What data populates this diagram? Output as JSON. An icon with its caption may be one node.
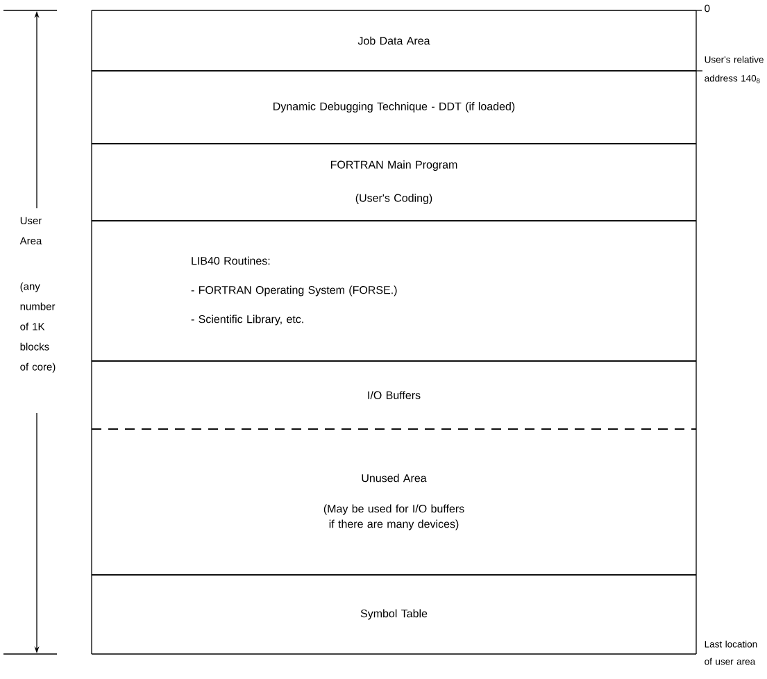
{
  "diagram": {
    "nodes": [
      {
        "text": [
          "Job Data Area"
        ]
      },
      {
        "text": [
          "Dynamic Debugging Technique - DDT (if loaded)"
        ]
      },
      {
        "text": [
          "FORTRAN Main Program",
          "(User's Coding)"
        ]
      },
      {
        "text": [
          "LIB40 Routines:",
          "- FORTRAN Operating System (FORSE.)",
          "- Scientific Library, etc."
        ]
      },
      {
        "text": [
          "I/O Buffers"
        ]
      },
      {
        "text": [
          "Unused Area",
          "(May be used for I/O buffers if there are many devices)"
        ]
      },
      {
        "text": [
          "Symbol Table"
        ]
      }
    ],
    "labels": [
      "User Area",
      "(any number of 1K blocks of core)",
      "0",
      "User's relative address 140$_{8}$",
      "Last location of user area"
    ]
  }
}
